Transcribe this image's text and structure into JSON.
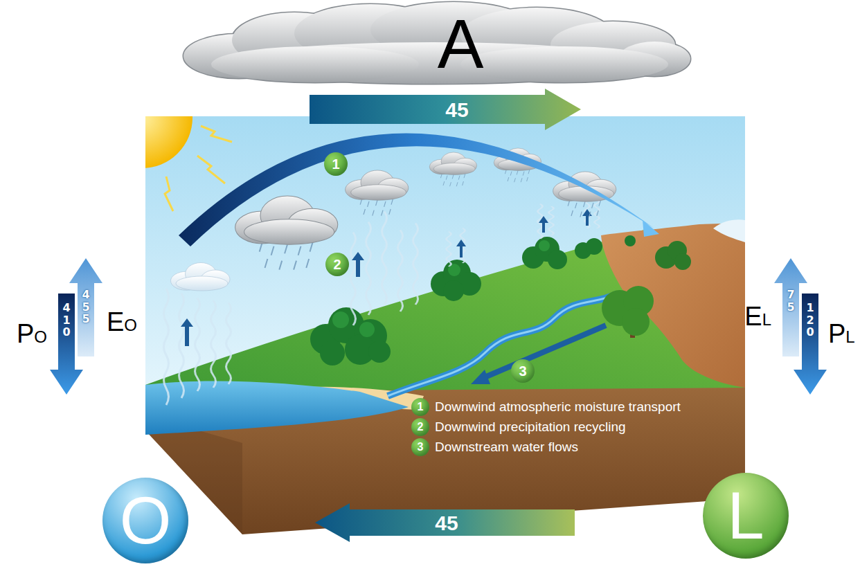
{
  "diagram": {
    "nodes": [
      {
        "text": [
          "A"
        ]
      },
      {
        "text": [
          "45"
        ]
      },
      {
        "text": [
          "PO",
          "410"
        ]
      },
      {
        "text": [
          "455",
          "EO"
        ]
      },
      {
        "text": [
          "EL",
          "75"
        ]
      },
      {
        "text": [
          "120",
          "PL"
        ]
      },
      {
        "text": [
          "1"
        ]
      },
      {
        "text": [
          "2"
        ]
      },
      {
        "text": [
          "3"
        ]
      },
      {
        "text": [
          "1"
        ]
      },
      {
        "text": [
          "2"
        ]
      },
      {
        "text": [
          "3"
        ]
      },
      {
        "text": [
          "45"
        ]
      },
      {
        "text": [
          "O"
        ]
      },
      {
        "text": [
          "L"
        ]
      }
    ],
    "legend": [
      {
        "text": "Downwind atmospheric moisture transport"
      },
      {
        "text": "Downwind precipitation recycling"
      },
      {
        "text": "Downstream water flows"
      }
    ]
  }
}
